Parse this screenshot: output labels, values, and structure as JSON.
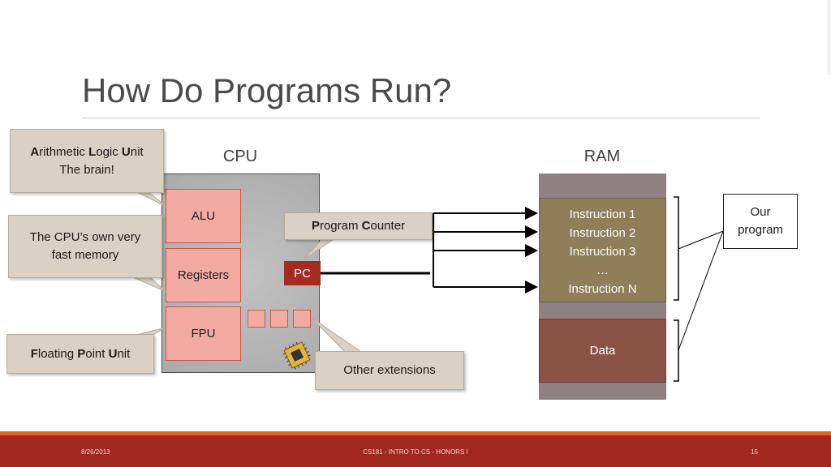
{
  "slide": {
    "title": "How Do Programs Run?"
  },
  "cpu": {
    "header": "CPU",
    "units": [
      "ALU",
      "Registers",
      "FPU"
    ],
    "pc_label": "PC"
  },
  "ram": {
    "header": "RAM",
    "instructions": [
      "Instruction 1",
      "Instruction 2",
      "Instruction 3",
      "…",
      "Instruction N"
    ],
    "data_label": "Data"
  },
  "callouts": {
    "alu": {
      "b1": "A",
      "t1": "rithmetic ",
      "b2": "L",
      "t2": "ogic ",
      "b3": "U",
      "t3": "nit",
      "line2": "The brain!"
    },
    "registers": {
      "line1": "The CPU’s own very",
      "line2": "fast memory"
    },
    "fpu": {
      "b1": "F",
      "t1": "loating ",
      "b2": "P",
      "t2": "oint ",
      "b3": "U",
      "t3": "nit"
    },
    "program_counter": {
      "b1": "P",
      "t1": "rogram ",
      "b2": "C",
      "t2": "ounter"
    },
    "extensions": "Other extensions",
    "our_program": {
      "line1": "Our",
      "line2": "program"
    }
  },
  "footer": {
    "date": "8/26/2013",
    "course": "CS181 - INTRO TO CS - HONORS I",
    "page": "15"
  },
  "colors": {
    "footer_bar": "#a0281f",
    "footer_accent": "#e0622a",
    "unit_fill": "#f3aaa3",
    "pc_fill": "#a52a20",
    "instructions_fill": "#8f7e57",
    "data_fill": "#8b5346",
    "callout_fill": "#d9d1c4"
  }
}
